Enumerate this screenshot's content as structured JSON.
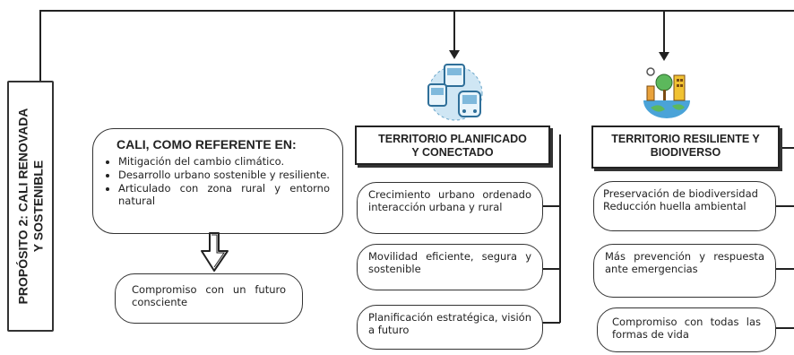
{
  "purpose": {
    "line1": "PROPÓSITO 2: CALI RENOVADA",
    "line2": "Y SOSTENIBLE"
  },
  "referent": {
    "title": "CALI, COMO REFERENTE EN:",
    "items": [
      "Mitigación del cambio climático.",
      "Desarrollo urbano sostenible y resiliente.",
      "Articulado con zona rural y entorno natural"
    ]
  },
  "commitment": "Compromiso con un futuro consciente",
  "territory_planned": {
    "title_line1": "TERRITORIO PLANIFICADO",
    "title_line2": "Y CONECTADO",
    "items": [
      "Crecimiento urbano ordenado interacción urbana y rural",
      "Movilidad eficiente, segura y sostenible",
      "Planificación estratégica, visión a futuro"
    ]
  },
  "territory_resilient": {
    "title_line1": "TERRITORIO RESILIENTE Y",
    "title_line2": "BIODIVERSO",
    "items": [
      "Preservación de biodiversidad",
      "Reducción huella ambiental",
      "Más prevención y respuesta ante emergencias",
      "Compromiso con todas las formas de vida"
    ]
  },
  "icons": {
    "planned": "transport-icon",
    "resilient": "earth-city-icon"
  }
}
